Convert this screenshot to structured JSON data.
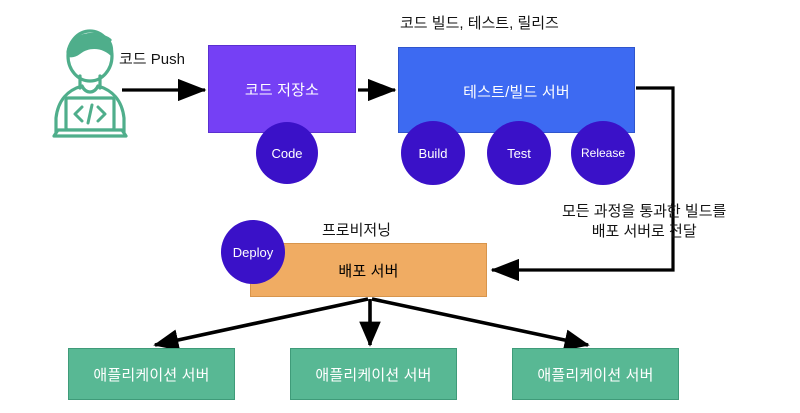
{
  "diagram": {
    "title": "CI/CD 파이프라인 다이어그램",
    "background": "#ffffff"
  },
  "colors": {
    "repo_purple": "#7540f5",
    "build_blue": "#3d6af2",
    "deploy_orange": "#f0ac63",
    "app_green": "#58b894",
    "circle_indigo": "#3a11c8",
    "developer_icon_green": "#4fae8b",
    "arrow_black": "#000000",
    "text_dark": "#141414",
    "text_light": "#ffffff"
  },
  "actor": {
    "icon": "developer-laptop-icon",
    "screen_glyph": "</>"
  },
  "captions": {
    "push": "코드 Push",
    "cicd": "코드 빌드, 테스트, 릴리즈",
    "provisioning": "프로비저닝",
    "note_line1": "모든 과정을 통과한 빌드를",
    "note_line2": "배포 서버로 전달"
  },
  "nodes": {
    "repository": "코드 저장소",
    "build_server": "테스트/빌드 서버",
    "deploy_server": "배포 서버",
    "app_servers": [
      "애플리케이션 서버",
      "애플리케이션 서버",
      "애플리케이션 서버"
    ]
  },
  "stages": {
    "code": "Code",
    "build": "Build",
    "test": "Test",
    "release": "Release",
    "deploy": "Deploy"
  }
}
